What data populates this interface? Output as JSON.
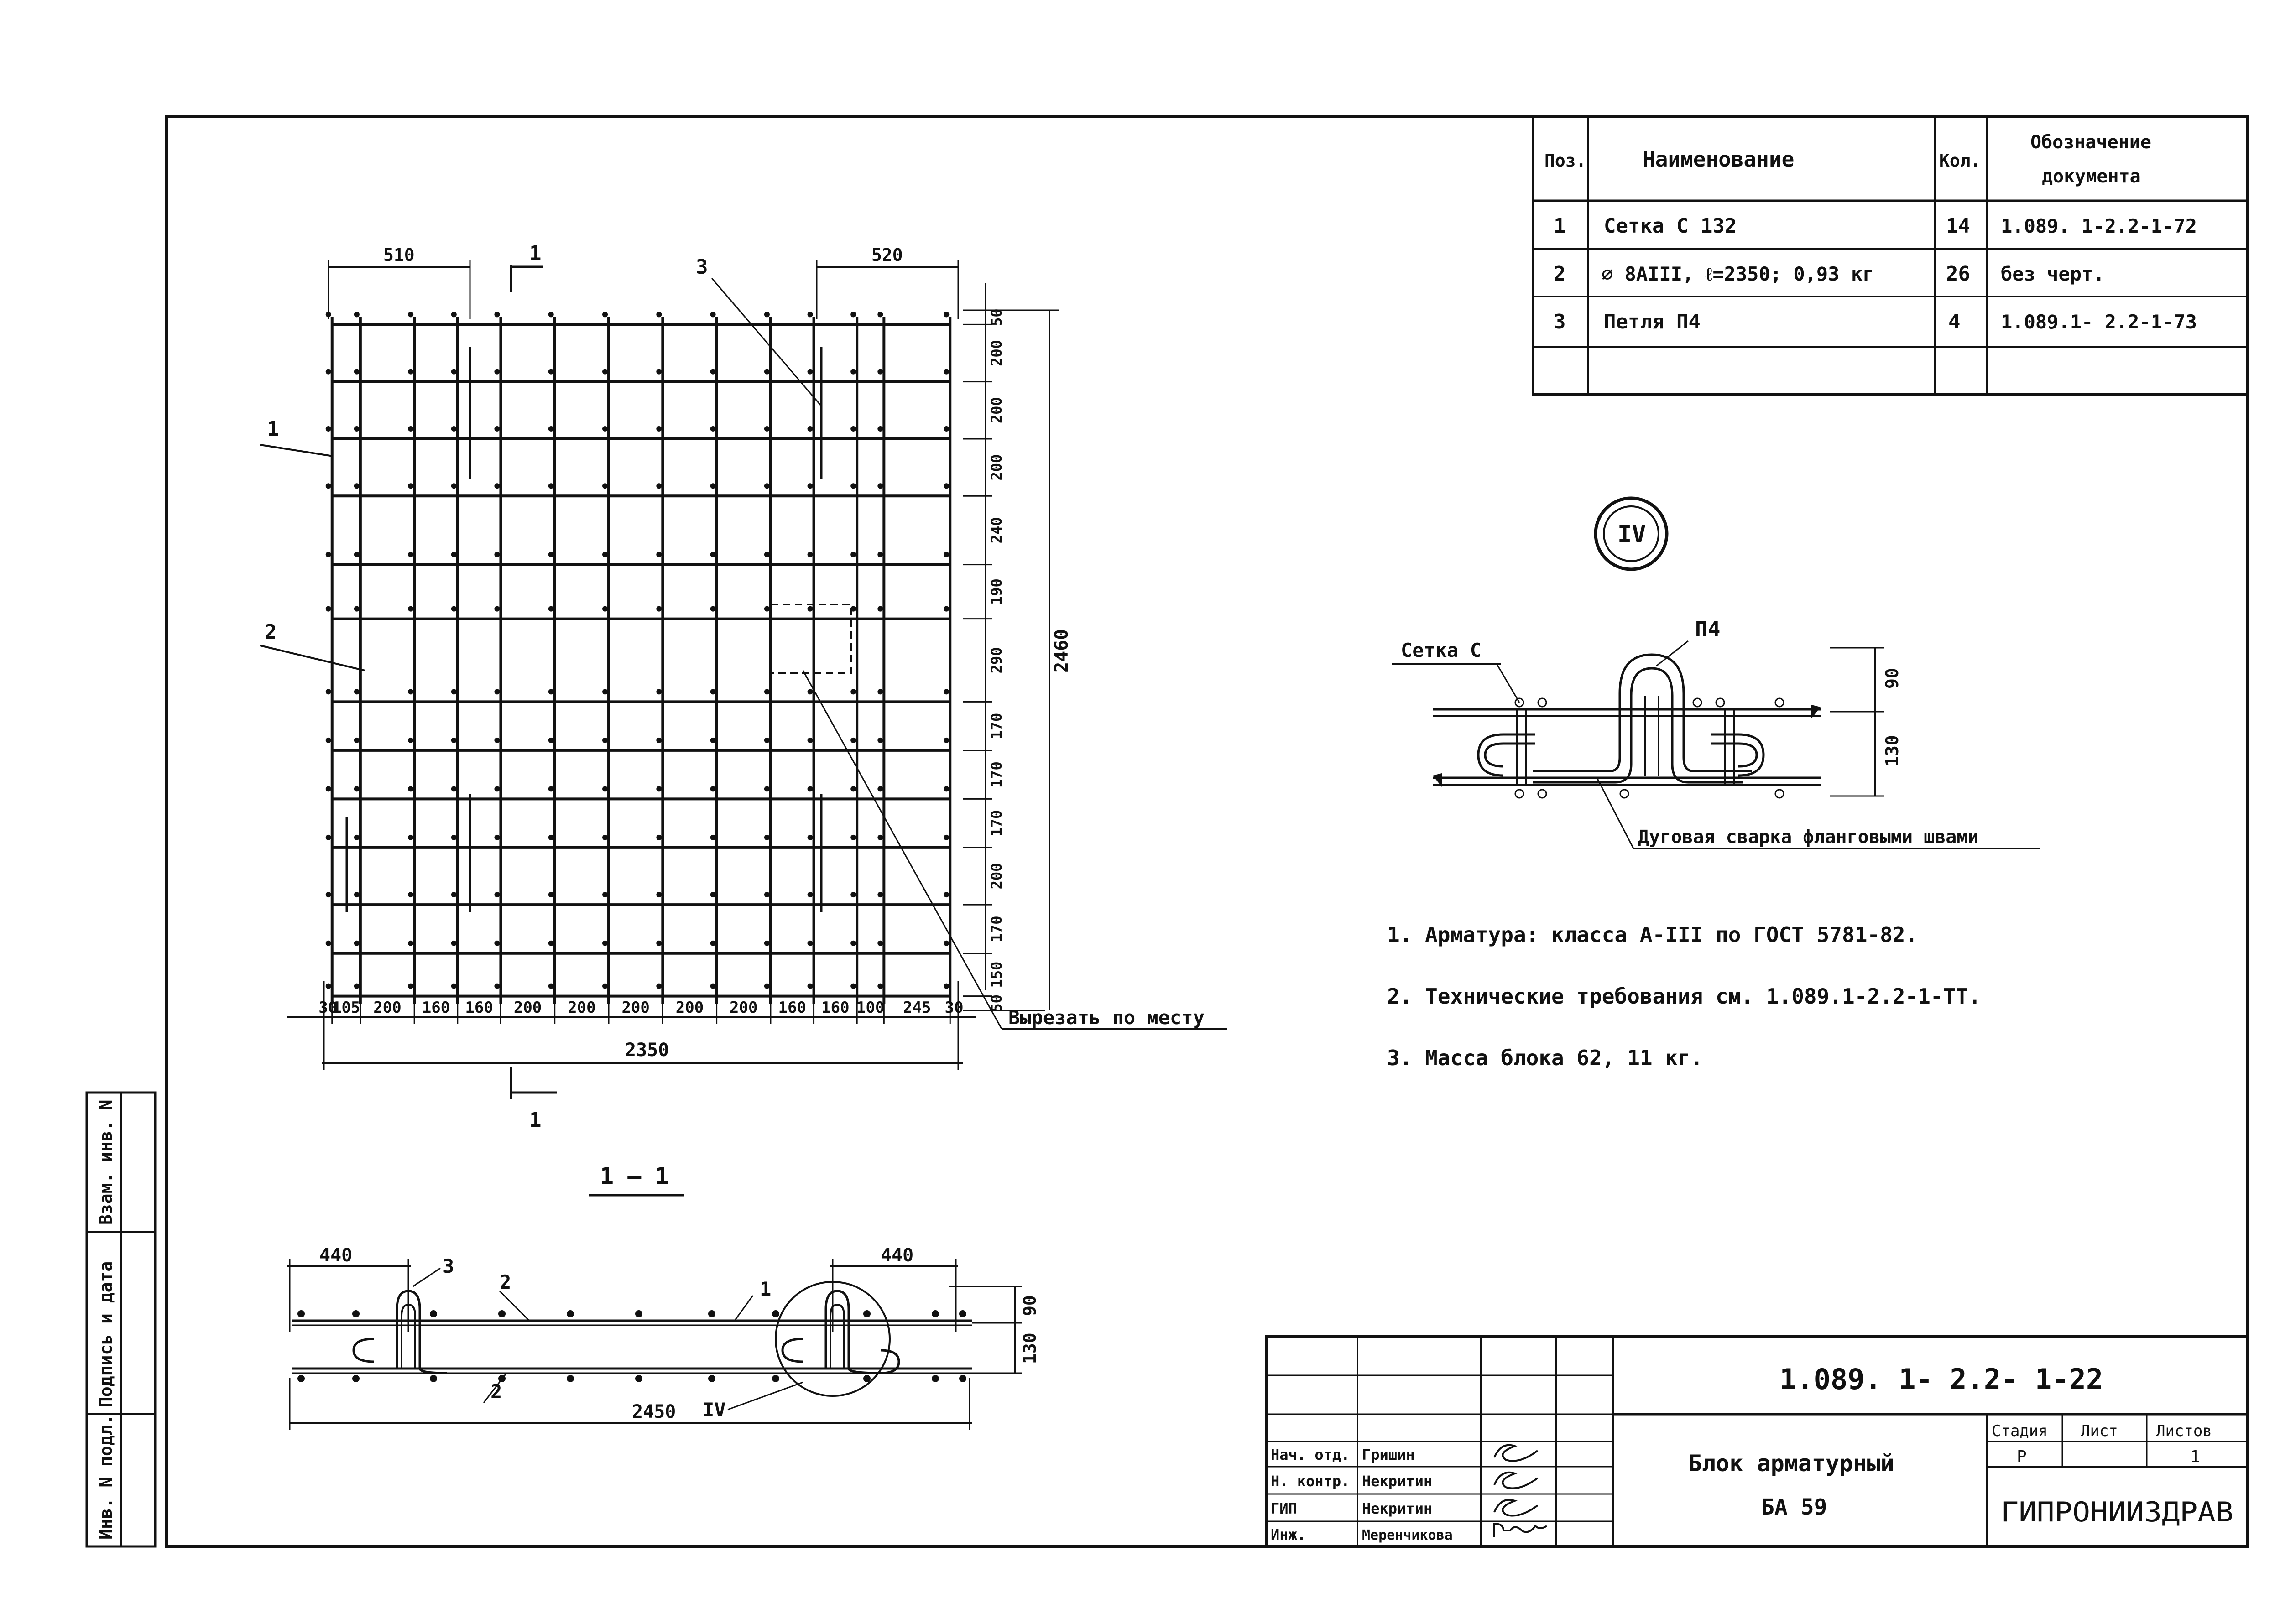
{
  "spec_table": {
    "headers": {
      "pos": "Поз.",
      "name": "Наименование",
      "qty": "Кол.",
      "doc_line1": "Обозначение",
      "doc_line2": "документа"
    },
    "rows": [
      {
        "pos": "1",
        "name": "Сетка   С 132",
        "qty": "14",
        "doc": "1.089. 1-2.2-1-72"
      },
      {
        "pos": "2",
        "name": "⌀ 8АIII,  ℓ=2350;  0,93 кг",
        "qty": "26",
        "doc": "без  черт."
      },
      {
        "pos": "3",
        "name": "Петля  П4",
        "qty": "4",
        "doc": "1.089.1- 2.2-1-73"
      },
      {
        "pos": "",
        "name": "",
        "qty": "",
        "doc": ""
      }
    ]
  },
  "plan_view": {
    "top_dims": {
      "left": "510",
      "right": "520"
    },
    "section_marks": {
      "top": "1",
      "bottom": "1"
    },
    "callouts": {
      "mesh": "1",
      "bar": "2",
      "loop": "3"
    },
    "bottom_dims": [
      "30",
      "105",
      "200",
      "160",
      "160",
      "200",
      "200",
      "200",
      "200",
      "200",
      "160",
      "160",
      "100",
      "245",
      "30"
    ],
    "right_dims": [
      "50",
      "200",
      "200",
      "200",
      "240",
      "190",
      "290",
      "170",
      "170",
      "170",
      "200",
      "170",
      "150",
      "50"
    ],
    "overall_width": "2350",
    "overall_height": "2460",
    "cut_note": "Вырезать по месту"
  },
  "detail_iv": {
    "marker": "IV",
    "mesh_label": "Сетка С",
    "loop_label": "П4",
    "dim_upper": "90",
    "dim_lower": "130",
    "weld_note": "Дуговая сварка фланговыми швами"
  },
  "notes": [
    "1.  Арматура: класса  А-III  по  ГОСТ 5781-82.",
    "2.  Технические  требования  см.  1.089.1-2.2-1-ТТ.",
    "3.  Масса  блока  62, 11 кг."
  ],
  "section_view": {
    "title": "1 – 1",
    "dim_left": "440",
    "dim_right": "440",
    "length": "2450",
    "dim_upper": "90",
    "dim_lower": "130",
    "callouts": {
      "loop": "3",
      "bar_top": "2",
      "bar_bottom": "2",
      "mesh": "1",
      "detail": "IV"
    }
  },
  "side_stamp": [
    "Инв. N подл.",
    "Подпись и дата",
    "Взам. инв. N"
  ],
  "title_block": {
    "code": "1.089. 1- 2.2- 1-22",
    "title_line1": "Блок  арматурный",
    "title_line2": "БА 59",
    "stage_header": "Стадия",
    "sheet_header": "Лист",
    "sheets_header": "Листов",
    "stage": "Р",
    "sheets": "1",
    "org": "ГИПРОНИИЗДРАВ",
    "people": [
      {
        "role": "Нач. отд.",
        "name": "Гришин"
      },
      {
        "role": "Н. контр.",
        "name": "Некритин"
      },
      {
        "role": "ГИП",
        "name": "Некритин"
      },
      {
        "role": "Инж.",
        "name": "Меренчикова"
      }
    ]
  }
}
